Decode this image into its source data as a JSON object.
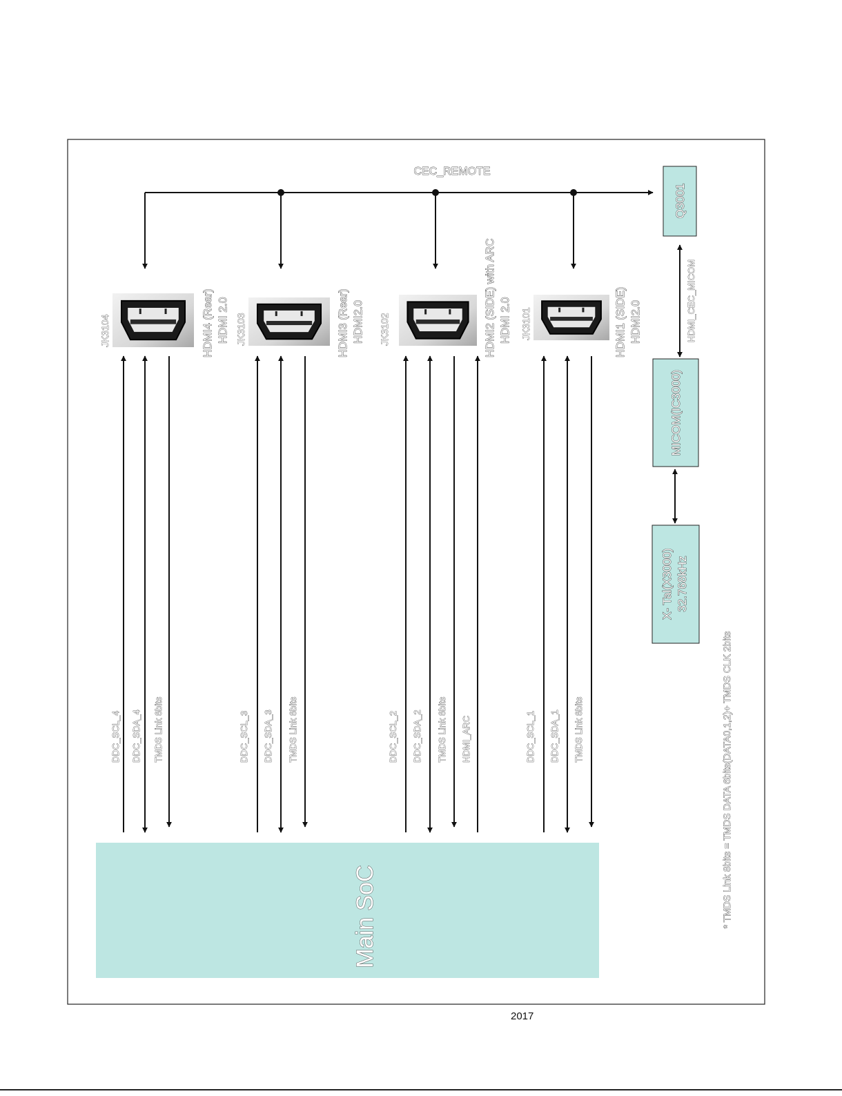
{
  "diagram": {
    "bus_label": "CEC_REMOTE",
    "q3001": "Q3001",
    "micom_cec_signal": "HDMI_CEC_MICOM",
    "micom": "MICOM(IC3000)",
    "xtal_line1": "X- Tal(X3000)",
    "xtal_line2": "32.768kHz",
    "soc": "Main SoC",
    "footnote": "* TMDS Link 8bits = TMDS DATA 6bits(DATA0,1,2)+ TMDS CLK 2bits",
    "ports": [
      {
        "jack": "JK3104",
        "label_line1": "HDMI4 (Rear)",
        "label_line2": "HDMI 2.0",
        "signals": [
          "DDC_SCL_4",
          "DDC_SDA_4",
          "TMDS Link 8bits"
        ]
      },
      {
        "jack": "JK3103",
        "label_line1": "HDMI3 (Rear)",
        "label_line2": "HDMI2.0",
        "signals": [
          "DDC_SCL_3",
          "DDC_SDA_3",
          "TMDS Link 8bits"
        ]
      },
      {
        "jack": "JK3102",
        "label_line1": "HDMI2 (SIDE) with  ARC",
        "label_line2": "HDMI 2.0",
        "signals": [
          "DDC_SCL_2",
          "DDC_SDA_2",
          "TMDS Link 8bits",
          "HDMI_ARC"
        ]
      },
      {
        "jack": "JK3101",
        "label_line1": "HDMI1 (SIDE)",
        "label_line2": "HDMI2.0",
        "signals": [
          "DDC_SCL_1",
          "DDC_SDA_1",
          "TMDS Link 8bits"
        ]
      }
    ]
  },
  "footer": {
    "year": "2017"
  },
  "colors": {
    "box_fill": "#bde6e2",
    "line": "#111111"
  }
}
